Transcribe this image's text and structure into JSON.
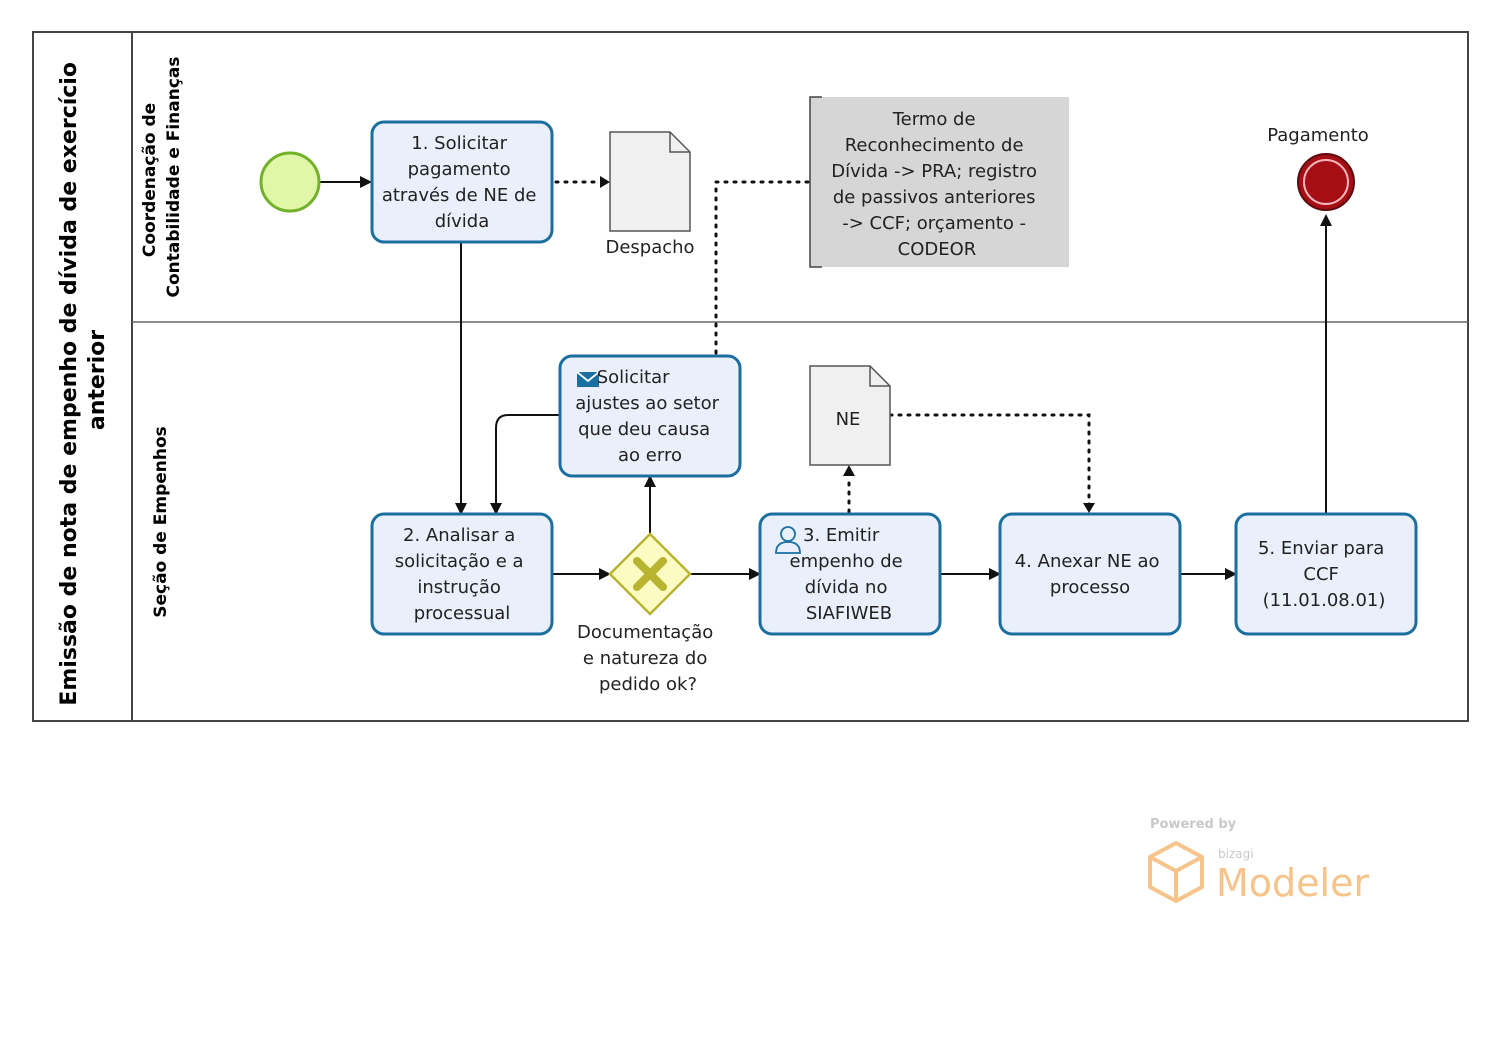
{
  "pool": {
    "title_line1": "Emissão de nota de empenho de dívida de exercício",
    "title_line2": "anterior"
  },
  "lanes": {
    "top": {
      "line1": "Coordenação de",
      "line2": "Contabilidade e Finanças"
    },
    "bottom": {
      "line1": "Seção de Empenhos"
    }
  },
  "tasks": {
    "t1": [
      "1. Solicitar",
      "pagamento",
      "através de NE de",
      "dívida"
    ],
    "t2": [
      "2. Analisar a",
      "solicitação e a",
      "instrução",
      "processual"
    ],
    "tadj": [
      "Solicitar",
      "ajustes ao setor",
      "que deu causa",
      "ao erro"
    ],
    "t3": [
      "3. Emitir",
      "empenho de",
      "dívida no",
      "SIAFIWEB"
    ],
    "t4": [
      "4. Anexar NE ao",
      "processo"
    ],
    "t5": [
      "5. Enviar para",
      "CCF",
      "(11.01.08.01)"
    ]
  },
  "artifacts": {
    "despacho": "Despacho",
    "ne": "NE",
    "annotation": [
      "Termo de",
      "Reconhecimento de",
      "Dívida -> PRA; registro",
      "de passivos anteriores",
      "-> CCF; orçamento -",
      "CODEOR"
    ]
  },
  "gateway": {
    "label": [
      "Documentação",
      "e natureza do",
      "pedido ok?"
    ]
  },
  "events": {
    "end_label": "Pagamento"
  },
  "watermark": {
    "powered": "Powered by",
    "brand_small": "bizagi",
    "brand": "Modeler"
  },
  "colors": {
    "task_fill": "#e9effb",
    "task_stroke": "#1b6fa0",
    "start_fill": "#e1f7a8",
    "start_stroke": "#72b12a",
    "end_fill": "#a60e16",
    "gateway_fill": "#fbfbc2",
    "gateway_stroke": "#b8b431",
    "annotation_fill": "#d6d6d6"
  }
}
